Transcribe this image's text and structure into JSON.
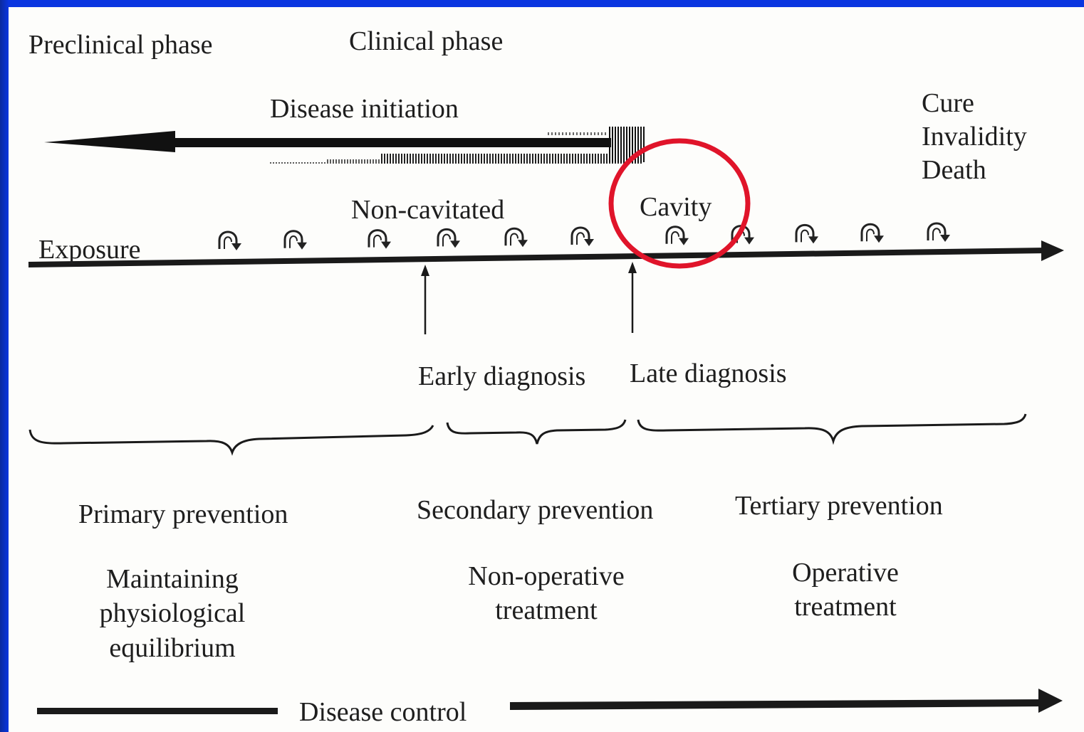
{
  "labels": {
    "preclinical": "Preclinical phase",
    "clinical": "Clinical phase",
    "disease_initiation": "Disease initiation",
    "outcomes": [
      "Cure",
      "Invalidity",
      "Death"
    ],
    "non_cavitated": "Non-cavitated",
    "cavity": "Cavity",
    "exposure": "Exposure",
    "early_diagnosis": "Early diagnosis",
    "late_diagnosis": "Late diagnosis",
    "primary_prevention": "Primary prevention",
    "secondary_prevention": "Secondary prevention",
    "tertiary_prevention": "Tertiary prevention",
    "primary_desc": [
      "Maintaining",
      "physiological",
      "equilibrium"
    ],
    "secondary_desc": [
      "Non-operative",
      "treatment"
    ],
    "tertiary_desc": [
      "Operative",
      "treatment"
    ],
    "disease_control": "Disease control"
  },
  "colors": {
    "frame": "#0a36e0",
    "highlight_circle": "#e0142a",
    "ink": "#1e1e1e"
  }
}
